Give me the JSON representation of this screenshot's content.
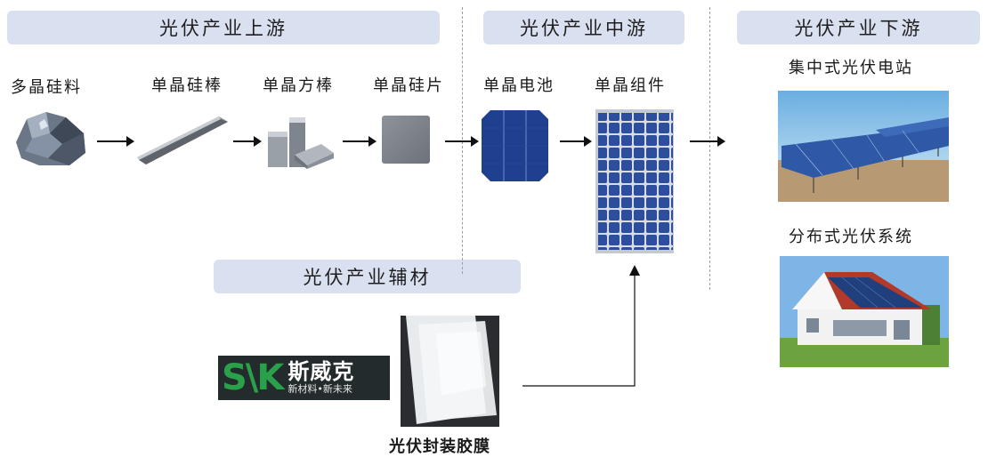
{
  "sections": {
    "upstream": "光伏产业上游",
    "midstream": "光伏产业中游",
    "downstream": "光伏产业下游",
    "auxiliary": "光伏产业辅材"
  },
  "products": {
    "polysilicon": "多晶硅料",
    "mono_rod": "单晶硅棒",
    "mono_square_rod": "单晶方棒",
    "mono_wafer": "单晶硅片",
    "mono_cell": "单晶电池",
    "mono_module": "单晶组件"
  },
  "applications": {
    "centralized": "集中式光伏电站",
    "distributed": "分布式光伏系统"
  },
  "auxiliary_material": {
    "logo_mark": "S\\K",
    "logo_name": "斯威克",
    "logo_slogan": "新材料•新未来",
    "film_caption": "光伏封装胶膜"
  },
  "colors": {
    "section_bar": "#d9e1f1",
    "logo_green": "#2aa04a",
    "logo_bg": "#232b2c",
    "cell_blue": "#1f3f8f",
    "divider": "#9aa0a6"
  }
}
